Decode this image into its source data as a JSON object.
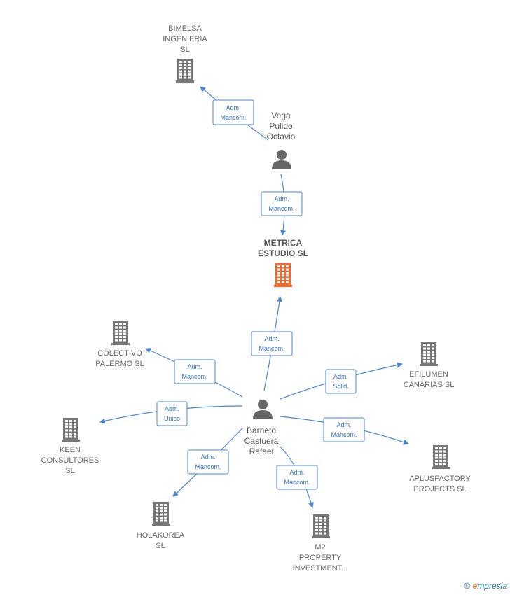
{
  "colors": {
    "main": "#f26a2e",
    "company": "#777777",
    "person": "#666666",
    "edge": "#4a86d8"
  },
  "nodes": {
    "bimelsa": {
      "label": [
        "BIMELSA",
        "INGENIERIA",
        "SL"
      ],
      "icon": "building-icon"
    },
    "vega": {
      "label": [
        "Vega",
        "Pulido",
        "Octavio"
      ],
      "icon": "person-icon"
    },
    "metrica": {
      "label": [
        "METRICA",
        "ESTUDIO  SL"
      ],
      "icon": "building-icon"
    },
    "colectivo": {
      "label": [
        "COLECTIVO",
        "PALERMO  SL"
      ],
      "icon": "building-icon"
    },
    "efilumen": {
      "label": [
        "EFILUMEN",
        "CANARIAS SL"
      ],
      "icon": "building-icon"
    },
    "keen": {
      "label": [
        "KEEN",
        "CONSULTORES",
        "SL"
      ],
      "icon": "building-icon"
    },
    "barneto": {
      "label": [
        "Barneto",
        "Castuera",
        "Rafael"
      ],
      "icon": "person-icon"
    },
    "aplus": {
      "label": [
        "APLUSFACTORY",
        "PROJECTS  SL"
      ],
      "icon": "building-icon"
    },
    "holakorea": {
      "label": [
        "HOLAKOREA",
        "SL"
      ],
      "icon": "building-icon"
    },
    "m2": {
      "label": [
        "M2",
        "PROPERTY",
        "INVESTMENT..."
      ],
      "icon": "building-icon"
    }
  },
  "edges": {
    "vega_bimelsa": [
      "Adm.",
      "Mancom."
    ],
    "vega_metrica": [
      "Adm.",
      "Mancom."
    ],
    "barneto_metrica": [
      "Adm.",
      "Mancom."
    ],
    "barneto_colectivo": [
      "Adm.",
      "Mancom."
    ],
    "barneto_efilumen": [
      "Adm.",
      "Solid."
    ],
    "barneto_keen": [
      "Adm.",
      "Unico"
    ],
    "barneto_aplus": [
      "Adm.",
      "Mancom."
    ],
    "barneto_holakorea": [
      "Adm.",
      "Mancom."
    ],
    "barneto_m2": [
      "Adm.",
      "Mancom."
    ]
  },
  "footer": {
    "copyright": "©",
    "brand_e": "e",
    "brand_rest": "mpresia"
  }
}
